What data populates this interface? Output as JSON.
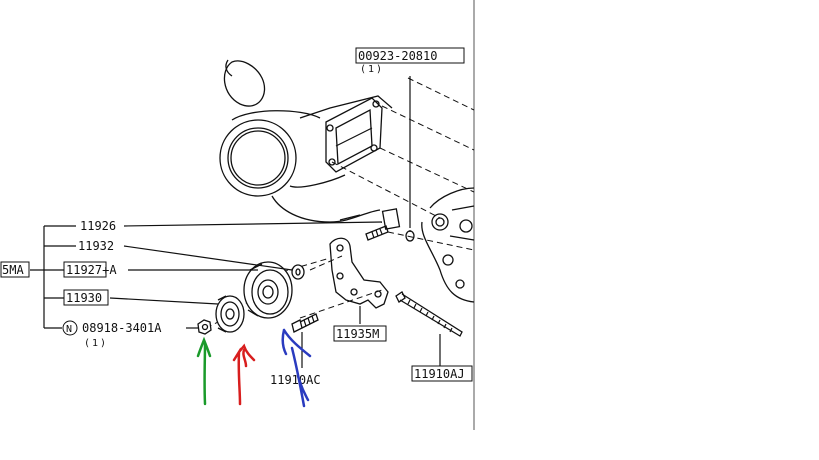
{
  "labels": {
    "ref_top": "00923-20810",
    "ref_top_qty": "(1)",
    "p11926": "11926",
    "p11932": "11932",
    "p11927": "11927+A",
    "p11930": "11930",
    "p08918": "08918-3401A",
    "p08918_qty": "(1)",
    "p08918_prefix": "N",
    "side_cut": "5MA",
    "p11935m": "11935M",
    "p11910ac": "11910AC",
    "p11910aj": "11910AJ"
  },
  "annotations": {
    "green": "#1a9a2a",
    "red": "#d81e1e",
    "blue": "#2a3bbf"
  }
}
